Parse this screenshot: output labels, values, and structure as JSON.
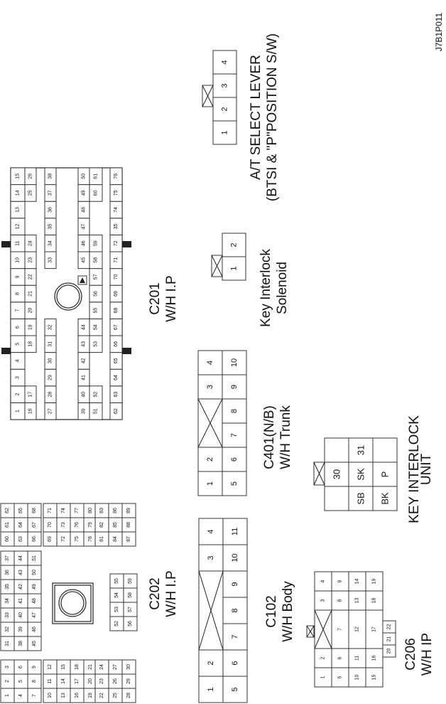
{
  "figure_code": "J7B1P011",
  "colors": {
    "line": "#333333",
    "text": "#111111",
    "background": "#ffffff",
    "lock_tab": "#222222"
  },
  "connectors": {
    "at_select_lever": {
      "label_line1": "A/T SELECT LEVER",
      "label_line2": "(BTSI & \"P\"POSITION  S/W)",
      "pins": [
        "1",
        "2",
        "3",
        "4"
      ]
    },
    "key_interlock_solenoid": {
      "label_line1": "Key Interlock",
      "label_line2": "Solenoid",
      "pins": [
        "1",
        "2"
      ]
    },
    "c401": {
      "label_line1": "C401(N/B)",
      "label_line2": "W/H Trunk",
      "row1": [
        "1",
        "2",
        "",
        "3",
        "4"
      ],
      "row2": [
        "5",
        "6",
        "7",
        "8",
        "9",
        "10"
      ]
    },
    "key_interlock_unit": {
      "label_line1": "KEY INTERLOCK",
      "label_line2": "UNIT",
      "grid": [
        [
          "",
          "30",
          ""
        ],
        [
          "31",
          "SK",
          "SB"
        ],
        [
          "",
          "P",
          "BK"
        ]
      ]
    },
    "c102": {
      "label_line1": "C102",
      "label_line2": "W/H Body",
      "row1": [
        "1",
        "2",
        "",
        "3",
        "4"
      ],
      "row2": [
        "5",
        "6",
        "7",
        "8",
        "9",
        "10",
        "11"
      ]
    },
    "c206": {
      "label_line1": "C206",
      "label_line2": "W/H IP",
      "rows": [
        [
          "1",
          "2",
          "",
          "3",
          "4"
        ],
        [
          "5",
          "6",
          "7",
          "8",
          "9"
        ],
        [
          "10",
          "11",
          "12",
          "13",
          "14"
        ],
        [
          "15",
          "16",
          "17",
          "18",
          "19"
        ]
      ],
      "extra": [
        "20",
        "21",
        "22"
      ]
    },
    "c201": {
      "label_line1": "C201",
      "label_line2": "W/H I.P",
      "left_col_a": [
        "1",
        "2",
        "3",
        "4",
        "5",
        "6",
        "7",
        "8",
        "9",
        "10",
        "11",
        "12",
        "13",
        "14",
        "15"
      ],
      "left_col_b": [
        "16",
        "17",
        "",
        "",
        "18",
        "19",
        "20",
        "21",
        "22",
        "23",
        "24",
        "",
        "",
        "25",
        "26"
      ],
      "left_col_c": [
        "27",
        "28",
        "29",
        "30",
        "31",
        "32",
        "",
        "",
        "",
        "33",
        "34",
        "35",
        "36",
        "37",
        "38"
      ],
      "right_col_a": [
        "39",
        "40",
        "41",
        "42",
        "43",
        "44",
        "",
        "",
        "",
        "45",
        "46",
        "47",
        "48",
        "49",
        "50"
      ],
      "right_col_b": [
        "51",
        "52",
        "",
        "",
        "53",
        "54",
        "55",
        "56",
        "57",
        "58",
        "59",
        "",
        "",
        "60",
        "61"
      ],
      "right_col_c": [
        "62",
        "63",
        "64",
        "65",
        "66",
        "67",
        "68",
        "69",
        "70",
        "71",
        "72",
        "35",
        "74",
        "75",
        "76"
      ]
    },
    "c202": {
      "label_line1": "C202",
      "label_line2": "W/H I.P",
      "block_a": [
        [
          "1",
          "2",
          "3"
        ],
        [
          "4",
          "5",
          "6"
        ],
        [
          "7",
          "8",
          "9"
        ]
      ],
      "block_b": [
        [
          "10",
          "11",
          "12"
        ],
        [
          "13",
          "14",
          "15"
        ],
        [
          "16",
          "17",
          "18"
        ],
        [
          "19",
          "20",
          "21"
        ]
      ],
      "block_c": [
        [
          "22",
          "23",
          "24"
        ],
        [
          "25",
          "26",
          "27"
        ],
        [
          "28",
          "29",
          "30"
        ]
      ],
      "block_d": [
        [
          "31",
          "32",
          "33",
          "34",
          "35",
          "36",
          "37"
        ],
        [
          "38",
          "39",
          "40",
          "41",
          "42",
          "43",
          "44"
        ],
        [
          "45",
          "46",
          "47",
          "48",
          "49",
          "50",
          "51"
        ]
      ],
      "block_e": [
        [
          "52",
          "53",
          "54",
          "55"
        ],
        [
          "56",
          "57",
          "58",
          "59"
        ]
      ],
      "block_f": [
        [
          "60",
          "61",
          "62"
        ],
        [
          "63",
          "64",
          "65"
        ],
        [
          "66",
          "67",
          "68"
        ]
      ],
      "block_g": [
        [
          "69",
          "70",
          "71"
        ],
        [
          "72",
          "73",
          "74"
        ],
        [
          "75",
          "76",
          "77"
        ],
        [
          "78",
          "79",
          "80"
        ]
      ],
      "block_h": [
        [
          "81",
          "82",
          "83"
        ],
        [
          "84",
          "85",
          "86"
        ],
        [
          "87",
          "88",
          "89"
        ]
      ]
    }
  }
}
